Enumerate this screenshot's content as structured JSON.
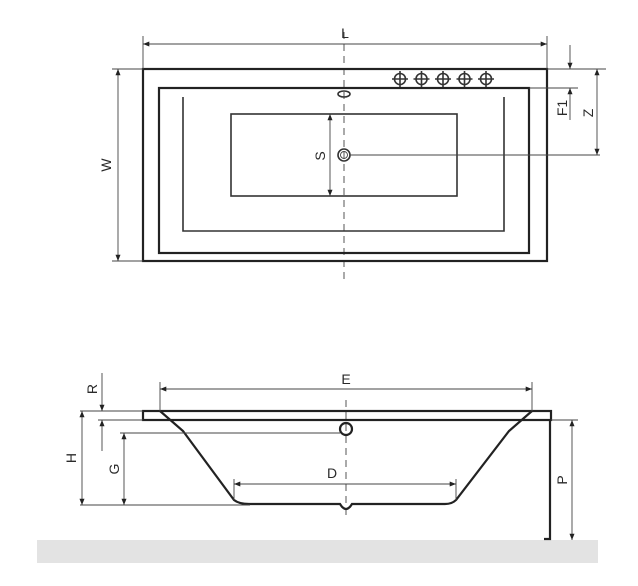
{
  "top_view": {
    "labels": {
      "length": "L",
      "width": "W",
      "drain_offset": "S",
      "jet_offset": "F1",
      "drain_depth": "Z"
    },
    "jet_count": 5
  },
  "side_view": {
    "labels": {
      "rim_length": "E",
      "rim_thickness": "R",
      "height": "H",
      "overflow_height": "G",
      "bottom_length": "D",
      "leg_height": "P"
    }
  },
  "colors": {
    "line": "#222222",
    "floor": "#e3e3e3"
  }
}
